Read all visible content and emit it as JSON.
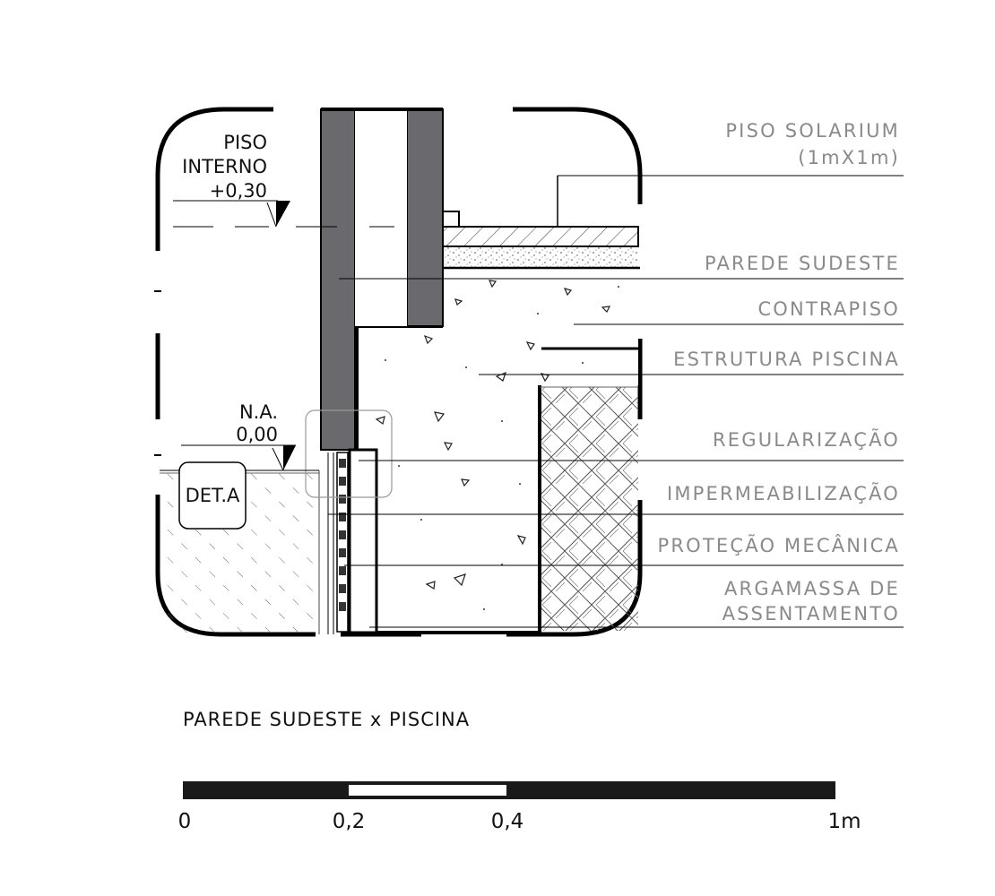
{
  "drawing": {
    "level_internal": [
      "PISO",
      "INTERNO",
      "+0,30"
    ],
    "level_water": [
      "N.A.",
      "0,00"
    ],
    "detail_tag": "DET.A",
    "title": "PAREDE SUDESTE x PISCINA"
  },
  "callouts": [
    [
      "PISO SOLARIUM",
      "(1mX1m)"
    ],
    [
      "PAREDE SUDESTE"
    ],
    [
      "CONTRAPISO"
    ],
    [
      "ESTRUTURA PISCINA"
    ],
    [
      "REGULARIZAÇÃO"
    ],
    [
      "IMPERMEABILIZAÇÃO"
    ],
    [
      "PROTEÇÃO MECÂNICA"
    ],
    [
      "ARGAMASSA DE",
      "ASSENTAMENTO"
    ]
  ],
  "scale_bar": {
    "ticks": [
      "0",
      "0,2",
      "0,4",
      "1m"
    ]
  }
}
